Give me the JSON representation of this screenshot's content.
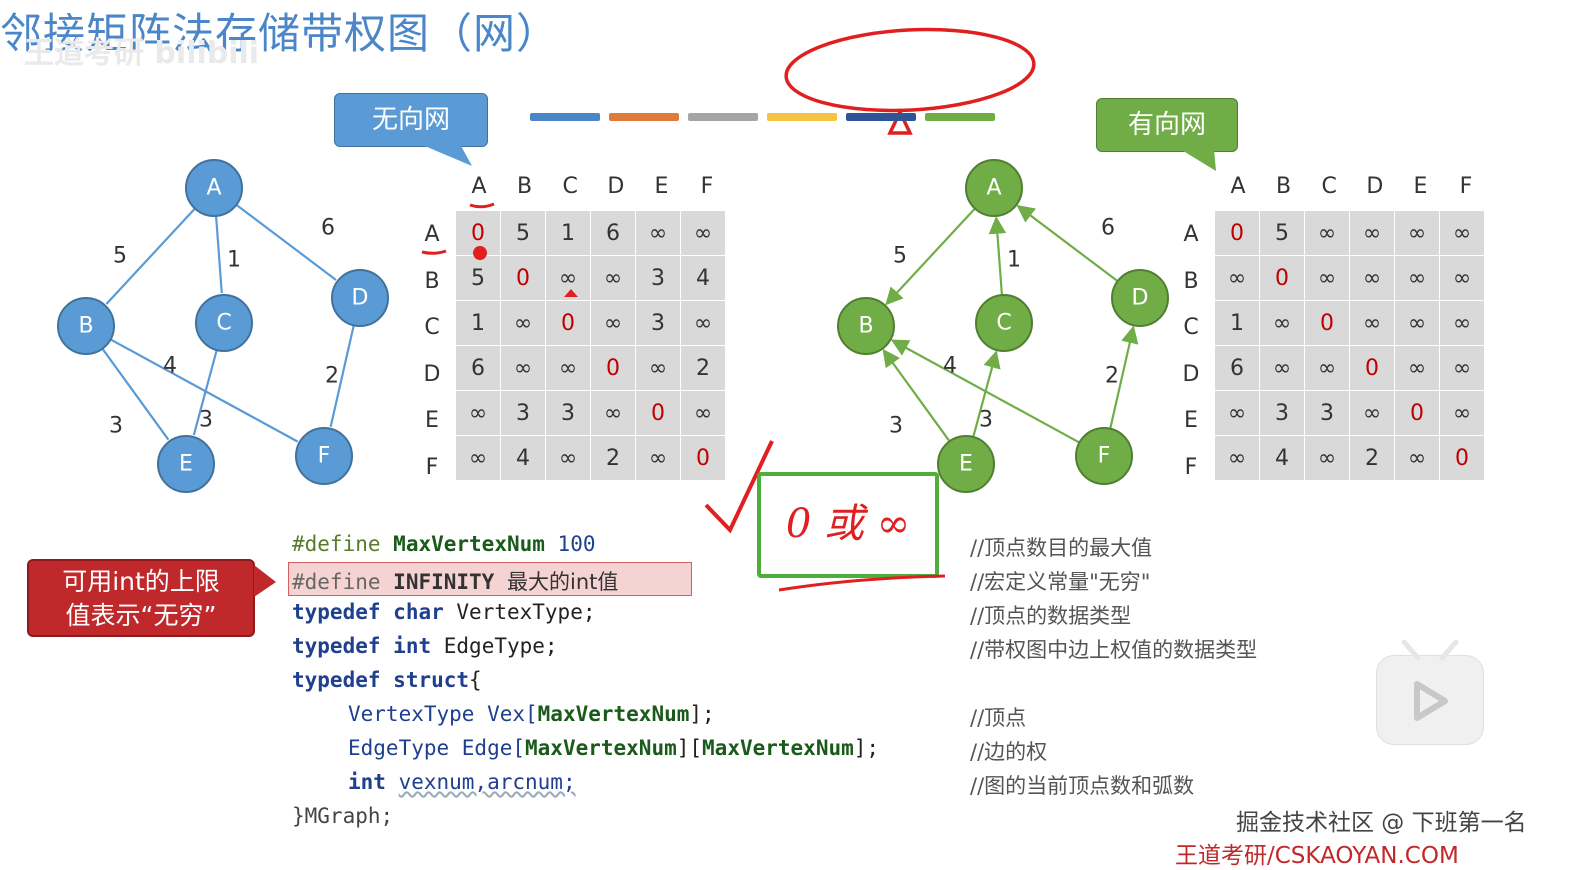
{
  "watermark_left": "王道考研 bilibili",
  "title": "邻接矩阵法存储带权图（网）",
  "bars": [
    "#4a86c8",
    "#e07b39",
    "#a5a5a5",
    "#f5c242",
    "#2f5597",
    "#70ad47"
  ],
  "callouts": {
    "undirected": "无向网",
    "directed": "有向网",
    "int_limit_line1": "可用int的上限",
    "int_limit_line2": "值表示“无穷”"
  },
  "graph": {
    "nodes": [
      "A",
      "B",
      "C",
      "D",
      "E",
      "F"
    ],
    "undirected_edges": [
      {
        "from": "A",
        "to": "B",
        "w": "5"
      },
      {
        "from": "A",
        "to": "C",
        "w": "1"
      },
      {
        "from": "A",
        "to": "D",
        "w": "6"
      },
      {
        "from": "B",
        "to": "E",
        "w": "3"
      },
      {
        "from": "B",
        "to": "F",
        "w": "4"
      },
      {
        "from": "C",
        "to": "E",
        "w": "3"
      },
      {
        "from": "D",
        "to": "F",
        "w": "2"
      }
    ],
    "directed_edges": [
      {
        "from": "A",
        "to": "B",
        "w": "5"
      },
      {
        "from": "C",
        "to": "A",
        "w": "1"
      },
      {
        "from": "D",
        "to": "A",
        "w": "6"
      },
      {
        "from": "E",
        "to": "B",
        "w": "3"
      },
      {
        "from": "F",
        "to": "B",
        "w": "4"
      },
      {
        "from": "E",
        "to": "C",
        "w": "3"
      },
      {
        "from": "F",
        "to": "D",
        "w": "2"
      }
    ]
  },
  "matrix_headers": [
    "A",
    "B",
    "C",
    "D",
    "E",
    "F"
  ],
  "undirected_matrix": [
    [
      "0",
      "5",
      "1",
      "6",
      "∞",
      "∞"
    ],
    [
      "5",
      "0",
      "∞",
      "∞",
      "3",
      "4"
    ],
    [
      "1",
      "∞",
      "0",
      "∞",
      "3",
      "∞"
    ],
    [
      "6",
      "∞",
      "∞",
      "0",
      "∞",
      "2"
    ],
    [
      "∞",
      "3",
      "3",
      "∞",
      "0",
      "∞"
    ],
    [
      "∞",
      "4",
      "∞",
      "2",
      "∞",
      "0"
    ]
  ],
  "directed_matrix": [
    [
      "0",
      "5",
      "∞",
      "∞",
      "∞",
      "∞"
    ],
    [
      "∞",
      "0",
      "∞",
      "∞",
      "∞",
      "∞"
    ],
    [
      "1",
      "∞",
      "0",
      "∞",
      "∞",
      "∞"
    ],
    [
      "6",
      "∞",
      "∞",
      "0",
      "∞",
      "∞"
    ],
    [
      "∞",
      "3",
      "3",
      "∞",
      "0",
      "∞"
    ],
    [
      "∞",
      "4",
      "∞",
      "2",
      "∞",
      "0"
    ]
  ],
  "handwritten_note": "0 或 ∞",
  "code": {
    "l1_kw": "#define",
    "l1_name": "MaxVertexNum",
    "l1_val": "100",
    "l2_kw": "#define",
    "l2_name": "INFINITY",
    "l2_val": "最大的int值",
    "l3_a": "typedef",
    "l3_b": "char",
    "l3_c": "VertexType;",
    "l4_a": "typedef",
    "l4_b": "int",
    "l4_c": "EdgeType;",
    "l5_a": "typedef",
    "l5_b": "struct",
    "l5_c": "{",
    "l6_a": "VertexType Vex[",
    "l6_b": "MaxVertexNum",
    "l6_c": "];",
    "l7_a": "EdgeType Edge[",
    "l7_b": "MaxVertexNum",
    "l7_c": "][",
    "l7_d": "MaxVertexNum",
    "l7_e": "];",
    "l8_a": "int",
    "l8_b": "vexnum,arcnum;",
    "l9": "}MGraph;"
  },
  "comments": [
    "//顶点数目的最大值",
    "//宏定义常量\"无穷\"",
    "//顶点的数据类型",
    "//带权图中边上权值的数据类型",
    "//顶点",
    "//边的权",
    "//图的当前顶点数和弧数"
  ],
  "footer_credit": "掘金技术社区 @ 下班第一名",
  "footer_site": "王道考研/CSKAOYAN.COM"
}
